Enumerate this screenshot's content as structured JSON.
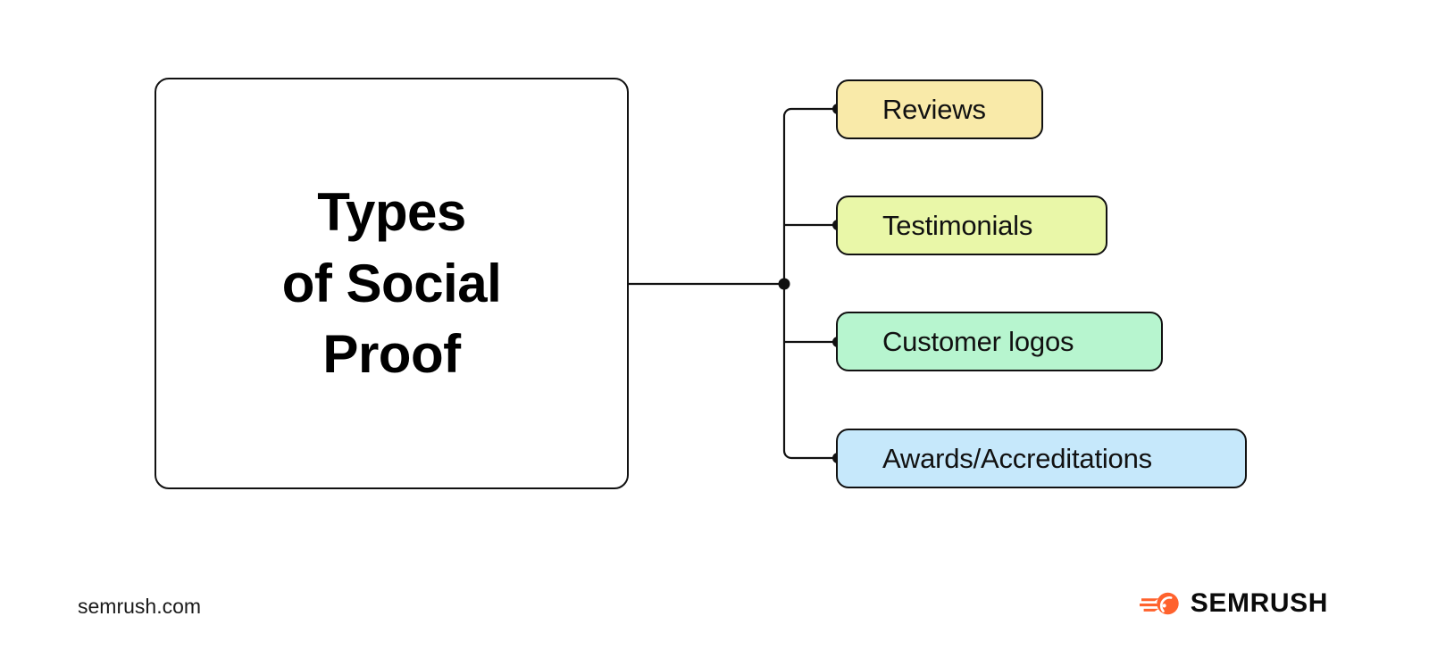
{
  "diagram": {
    "root": {
      "title": "Types\nof Social\nProof"
    },
    "branches": [
      {
        "label": "Reviews",
        "color": "#f9eaa9"
      },
      {
        "label": "Testimonials",
        "color": "#e9f7a8"
      },
      {
        "label": "Customer logos",
        "color": "#b7f5cf"
      },
      {
        "label": "Awards/Accreditations",
        "color": "#c6e8fb"
      }
    ],
    "line_color": "#111111"
  },
  "footer": {
    "url": "semrush.com",
    "brand": "SEMRUSH",
    "brand_icon": "semrush-comet-icon",
    "brand_color": "#ff622d"
  }
}
